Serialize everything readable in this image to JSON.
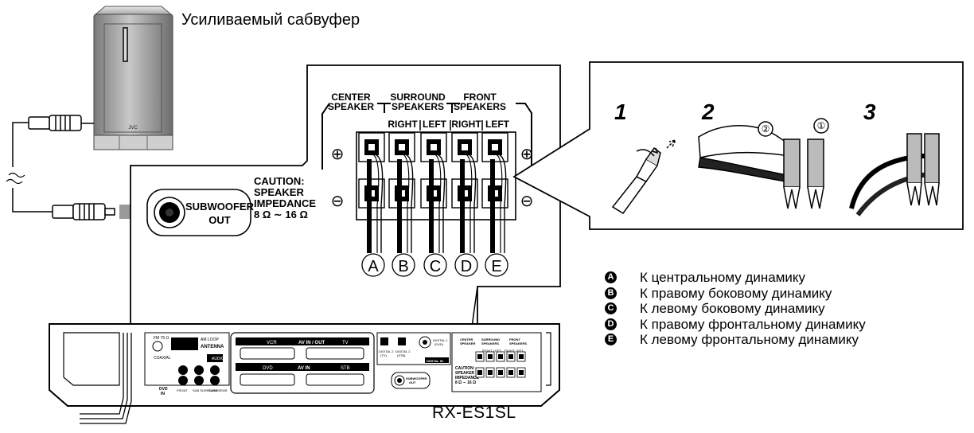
{
  "subwoofer_label": "Усиливаемый сабвуфер",
  "subwoofer_brand": "JVC",
  "model": "RX-ES1SL",
  "panel": {
    "center_speaker": [
      "CENTER",
      "SPEAKER"
    ],
    "surround_speakers": [
      "SURROUND",
      "SPEAKERS"
    ],
    "front_speakers": [
      "FRONT",
      "SPEAKERS"
    ],
    "right": "RIGHT",
    "left": "LEFT",
    "caution": [
      "CAUTION:",
      "SPEAKER",
      "IMPEDANCE",
      "8 Ω ∼ 16 Ω"
    ],
    "subwoofer_out": [
      "SUBWOOFER",
      "OUT"
    ],
    "plus": "⊕",
    "minus": "⊖"
  },
  "terminals": [
    "A",
    "B",
    "C",
    "D",
    "E"
  ],
  "steps": [
    "1",
    "2",
    "3"
  ],
  "step2_marks": [
    "②",
    "①"
  ],
  "legend": [
    {
      "mark": "A",
      "text": "К центральному динамику"
    },
    {
      "mark": "B",
      "text": "К правому боковому динамику"
    },
    {
      "mark": "C",
      "text": "К левому боковому динамику"
    },
    {
      "mark": "D",
      "text": "К правому фронтальному динамику"
    },
    {
      "mark": "E",
      "text": "К левому фронтальному динамику"
    }
  ],
  "receiver_rear": {
    "fm_coaxial": [
      "FM 75 Ω",
      "COAXIAL"
    ],
    "am_loop": "AM LOOP",
    "antenna": "ANTENNA",
    "audio": "AUDIO",
    "dvd_in": [
      "DVD",
      "IN"
    ],
    "front": "FRONT",
    "sub_surround": "SUB SURROUND",
    "surr_rear": "SURR REAR",
    "vcr": "VCR",
    "tv": "TV",
    "av_in_out": "AV IN / OUT",
    "dvd": "DVD",
    "stb": "STB",
    "av_in": "AV IN",
    "digital_2_tv": [
      "DIGITAL 2",
      "(TV)"
    ],
    "digital_2_stb": [
      "DIGITAL 2",
      "(STB)"
    ],
    "digital_1_dvd": [
      "DIGITAL 1",
      "(DVD)"
    ],
    "digital_in": "DIGITAL IN",
    "subwoofer_out": [
      "SUBWOOFER",
      "OUT"
    ],
    "center_speaker": [
      "CENTER",
      "SPEAKER"
    ],
    "surround_speakers": [
      "SURROUND",
      "SPEAKERS"
    ],
    "front_speakers": [
      "FRONT",
      "SPEAKERS"
    ],
    "right": "RIGHT",
    "left": "LEFT",
    "caution": [
      "CAUTION:",
      "SPEAKER",
      "IMPEDANCE",
      "8 Ω ∼ 16 Ω"
    ]
  }
}
